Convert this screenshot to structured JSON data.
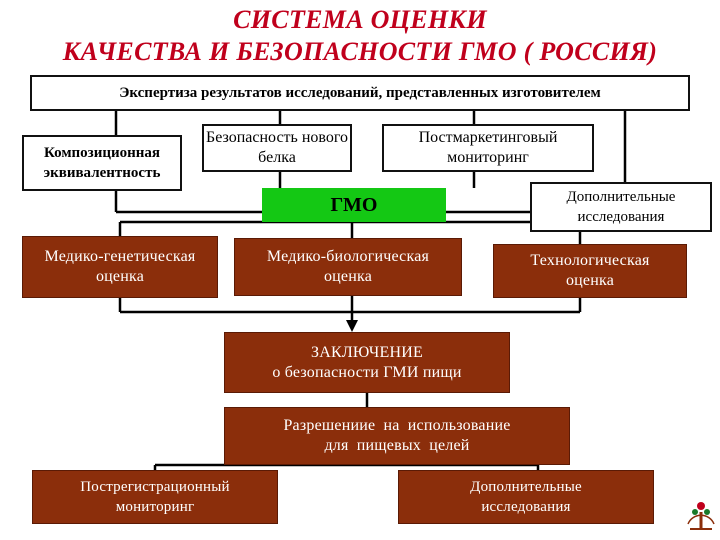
{
  "title": {
    "line1": "СИСТЕМА ОЦЕНКИ",
    "line2": "КАЧЕСТВА И БЕЗОПАСНОСТИ ГМО ( РОССИЯ)"
  },
  "boxes": {
    "expertise": "Экспертиза результатов исследований, представленных изготовителем",
    "composition": "Композиционная эквивалентность",
    "protein_safety": "Безопасность нового белка",
    "postmarket": "Постмаркетинговый мониторинг",
    "gmo": "ГМО",
    "additional_top": "Дополнительные исследования",
    "medgen": "Медико-генетическая оценка",
    "medbio": "Медико-биологическая оценка",
    "tech": "Технологическая оценка",
    "conclusion_line1": "ЗАКЛЮЧЕНИЕ",
    "conclusion_line2": "о безопасности ГМИ пищи",
    "permission_line1": "Разрешениие на использование",
    "permission_line2": "для пищевых целей",
    "postreg": "Пострегистрационный мониторинг",
    "additional_bottom": "Дополнительные исследования"
  },
  "colors": {
    "title": "#c0001c",
    "brown": "#8b2e0b",
    "gmo_green": "#14c814",
    "connector": "#000000"
  }
}
